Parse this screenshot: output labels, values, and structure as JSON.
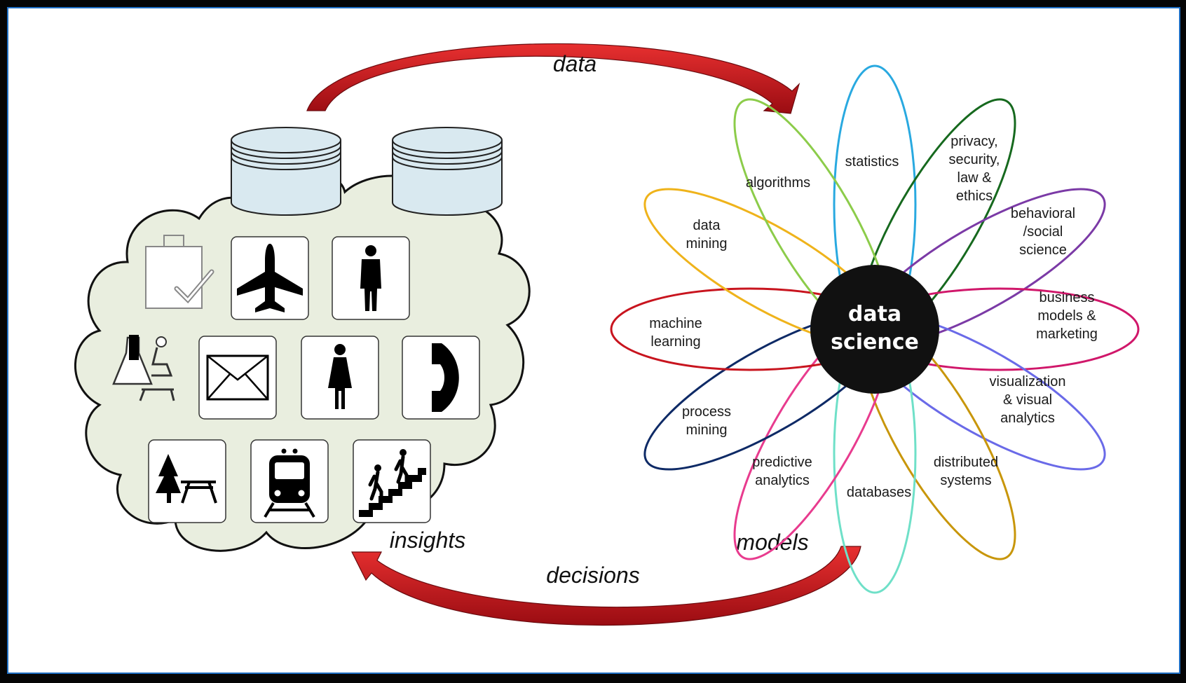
{
  "flow": {
    "data": "data",
    "insights": "insights",
    "models": "models",
    "decisions": "decisions"
  },
  "core": {
    "line1": "data",
    "line2": "science"
  },
  "petals": [
    {
      "id": "statistics",
      "lines": [
        "statistics"
      ],
      "color": "#29a9e0"
    },
    {
      "id": "privacy",
      "lines": [
        "privacy,",
        "security,",
        "law &",
        "ethics"
      ],
      "color": "#16691e"
    },
    {
      "id": "behavioral",
      "lines": [
        "behavioral",
        "/social",
        "science"
      ],
      "color": "#7b3aa6"
    },
    {
      "id": "business",
      "lines": [
        "business",
        "models &",
        "marketing"
      ],
      "color": "#d0176a"
    },
    {
      "id": "visualization",
      "lines": [
        "visualization",
        "& visual",
        "analytics"
      ],
      "color": "#6a6ae8"
    },
    {
      "id": "distributed",
      "lines": [
        "distributed",
        "systems"
      ],
      "color": "#c8960a"
    },
    {
      "id": "databases",
      "lines": [
        "databases"
      ],
      "color": "#6fe0c8"
    },
    {
      "id": "predictive",
      "lines": [
        "predictive",
        "analytics"
      ],
      "color": "#e83b8e"
    },
    {
      "id": "process",
      "lines": [
        "process",
        "mining"
      ],
      "color": "#0e2a66"
    },
    {
      "id": "machine",
      "lines": [
        "machine",
        "learning"
      ],
      "color": "#c8141e"
    },
    {
      "id": "datamining",
      "lines": [
        "data",
        "mining"
      ],
      "color": "#efb31b"
    },
    {
      "id": "algorithms",
      "lines": [
        "algorithms"
      ],
      "color": "#8ccc4a"
    }
  ],
  "icons": [
    "shopping-bag-icon",
    "airplane-icon",
    "man-icon",
    "lab-icon",
    "envelope-icon",
    "woman-icon",
    "phone-icon",
    "picnic-icon",
    "train-icon",
    "stairs-icon"
  ],
  "colors": {
    "arrow": "#c8141e",
    "cloud_fill": "#e9eedf",
    "database_fill": "#d9e9f0",
    "core_fill": "#111111",
    "frame_border": "#1f6fc4"
  }
}
